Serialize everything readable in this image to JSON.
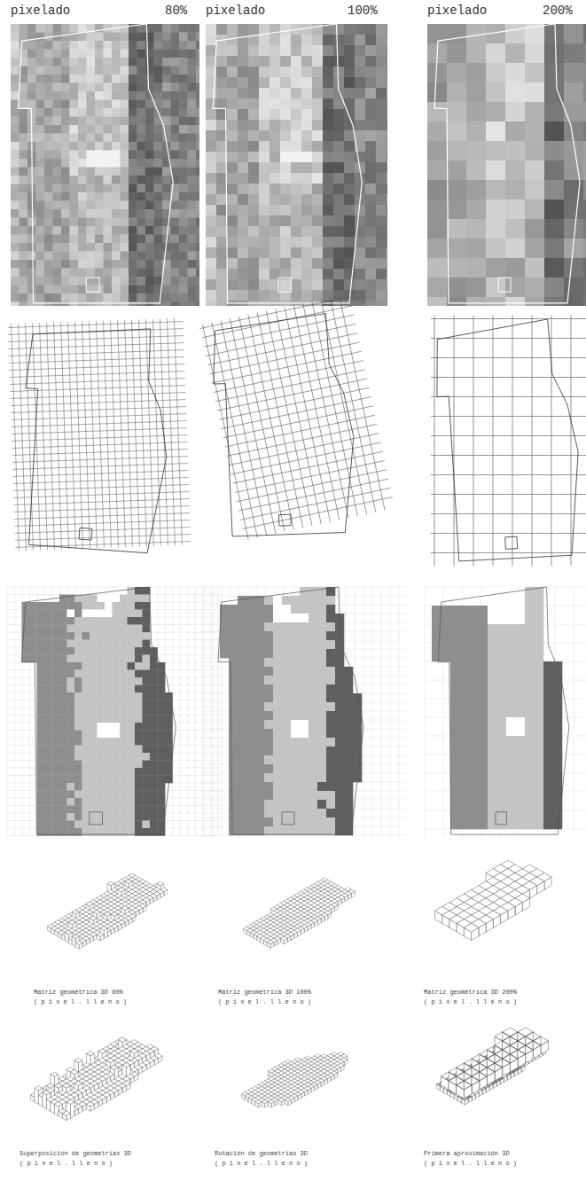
{
  "diagram": {
    "labels": [
      "pixelado",
      "80%",
      "pixelado",
      "100%",
      "pixelado",
      "200%",
      "Matriz geométrica 3D 80%",
      "( p i x e l . l l e n o )",
      "Matriz geométrica 3D 100%",
      "( p i x e l . l l e n o )",
      "Matriz geométrica 3D 200%",
      "( p i x e l . l l e n o )",
      "Superposición de geometrías 3D",
      "( p i x e l . l l e n o )",
      "Rotación de geometrías 3D",
      "( p i x e l . l l e n o )",
      "Primera aproximación 3D",
      "( p i x e l . l l e n o )"
    ]
  }
}
